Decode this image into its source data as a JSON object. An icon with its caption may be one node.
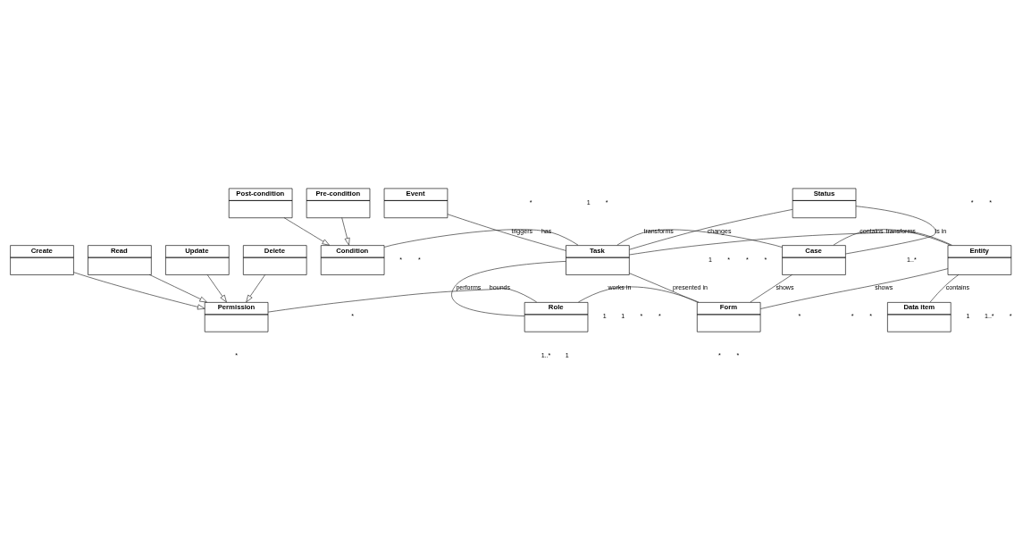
{
  "diagram": {
    "nodes": [
      {
        "text": [
          "Event"
        ]
      },
      {
        "text": [
          "Post-condition"
        ]
      },
      {
        "text": [
          "Pre-condition"
        ]
      },
      {
        "text": [
          "Condition"
        ]
      },
      {
        "text": [
          "Task"
        ]
      },
      {
        "text": [
          "Status"
        ]
      },
      {
        "text": [
          "Case"
        ]
      },
      {
        "text": [
          "Entity"
        ]
      },
      {
        "text": [
          "Permission"
        ]
      },
      {
        "text": [
          "Role"
        ]
      },
      {
        "text": [
          "Form"
        ]
      },
      {
        "text": [
          "Data item"
        ]
      },
      {
        "text": [
          "Create"
        ]
      },
      {
        "text": [
          "Read"
        ]
      },
      {
        "text": [
          "Update"
        ]
      },
      {
        "text": [
          "Delete"
        ]
      }
    ],
    "edges": [
      {
        "from": 0,
        "to": 4,
        "arrow": "none",
        "label": "triggers"
      },
      {
        "from": 1,
        "to": 3,
        "arrow": "to"
      },
      {
        "from": 2,
        "to": 3,
        "arrow": "to"
      },
      {
        "from": 3,
        "to": 4,
        "arrow": "none",
        "label": "has"
      },
      {
        "from": 4,
        "to": 5,
        "arrow": "none",
        "label": "changes"
      },
      {
        "from": 4,
        "to": 7,
        "arrow": "none",
        "label": "transforms"
      },
      {
        "from": 5,
        "to": 6,
        "arrow": "none",
        "label": "is in"
      },
      {
        "from": 4,
        "to": 6,
        "arrow": "none",
        "label": "transforms"
      },
      {
        "from": 6,
        "to": 7,
        "arrow": "none",
        "label": "contains"
      },
      {
        "from": 4,
        "to": 9,
        "arrow": "none",
        "label": "performs"
      },
      {
        "from": 4,
        "to": 10,
        "arrow": "none",
        "label": "presented in"
      },
      {
        "from": 6,
        "to": 10,
        "arrow": "none",
        "label": "shows"
      },
      {
        "from": 7,
        "to": 10,
        "arrow": "none",
        "label": "shows"
      },
      {
        "from": 7,
        "to": 11,
        "arrow": "none",
        "label": "contains"
      },
      {
        "from": 8,
        "to": 9,
        "arrow": "none",
        "label": "bounds"
      },
      {
        "from": 9,
        "to": 10,
        "arrow": "none",
        "label": "works in"
      },
      {
        "from": 12,
        "to": 8,
        "arrow": "to"
      },
      {
        "from": 13,
        "to": 8,
        "arrow": "to"
      },
      {
        "from": 14,
        "to": 8,
        "arrow": "to"
      },
      {
        "from": 15,
        "to": 8,
        "arrow": "to"
      }
    ],
    "labels": [
      "*",
      "*",
      "1",
      "1",
      "*",
      "*",
      "*",
      "*",
      "*",
      "*",
      "*",
      "1",
      "1",
      "*",
      "1..*",
      "*",
      "*",
      "*",
      "1",
      "1..*",
      "*",
      "*",
      "*",
      "1..*",
      "*",
      "*",
      "*",
      "1"
    ]
  }
}
